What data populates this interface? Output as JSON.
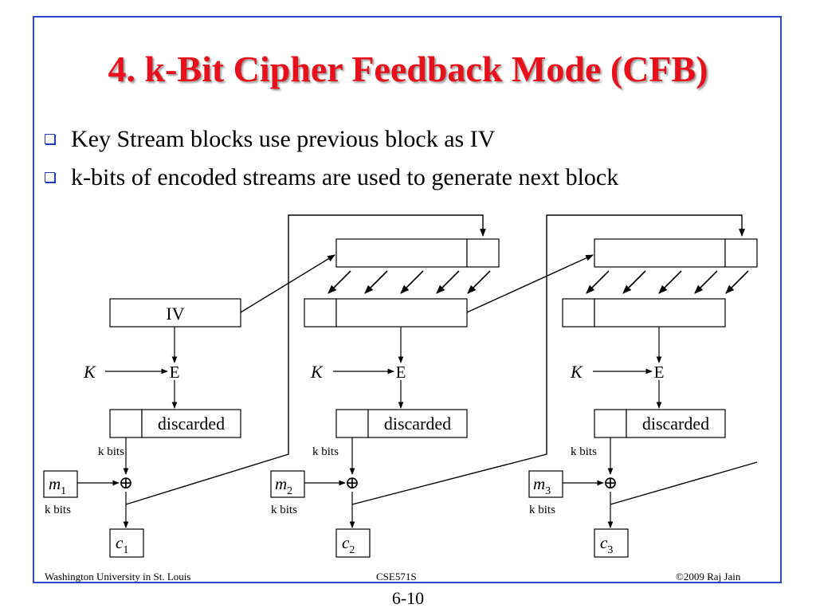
{
  "slide": {
    "title": "4. k-Bit Cipher Feedback Mode (CFB)",
    "bullets": [
      "Key Stream blocks use previous block as IV",
      "k-bits of encoded streams are used to generate next block"
    ],
    "footer_left": "Washington University in St. Louis",
    "footer_center": "CSE571S",
    "footer_right": "©2009 Raj Jain",
    "page_number": "6-10"
  },
  "diagram": {
    "iv_label": "IV",
    "key_label": "K",
    "encrypt_label": "E",
    "discarded_label": "discarded",
    "k_bits_label": "k bits",
    "xor_symbol": "⊕",
    "messages": [
      "m",
      "m",
      "m"
    ],
    "ciphertexts": [
      "c",
      "c",
      "c"
    ],
    "subscripts": [
      "1",
      "2",
      "3"
    ]
  },
  "colors": {
    "title": "#e8101a",
    "frame_border": "#2a48d6",
    "bullet_box": "#1f38c8"
  }
}
